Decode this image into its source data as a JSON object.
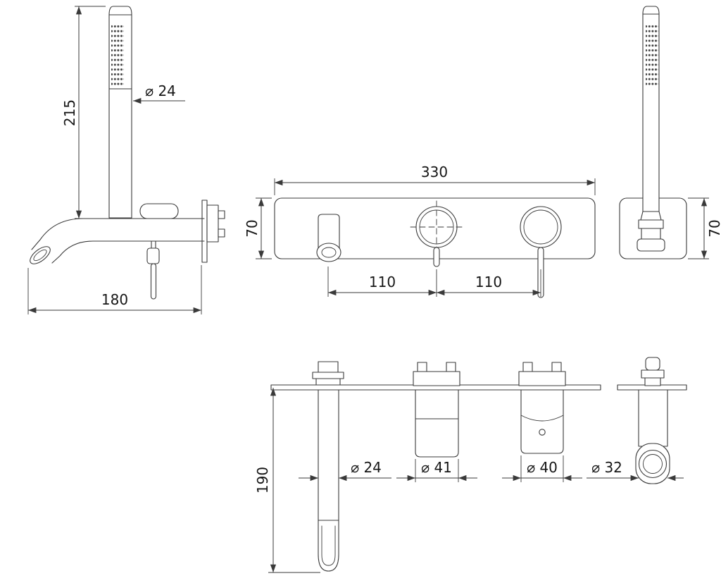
{
  "drawing": {
    "background_color": "#ffffff",
    "line_color": "#3a3a3a",
    "views": {
      "side": {
        "hand_shower_height": "215",
        "hand_shower_diameter": "⌀ 24",
        "spout_reach": "180"
      },
      "front": {
        "plate_width": "330",
        "plate_height": "70",
        "spacing_left": "110",
        "spacing_right": "110"
      },
      "holder": {
        "plate_height": "70"
      },
      "plan": {
        "spout_depth": "190",
        "spout_diameter": "⌀ 24",
        "valve_left_diameter": "⌀ 41",
        "valve_right_diameter": "⌀ 40",
        "holder_diameter": "⌀ 32"
      }
    }
  }
}
